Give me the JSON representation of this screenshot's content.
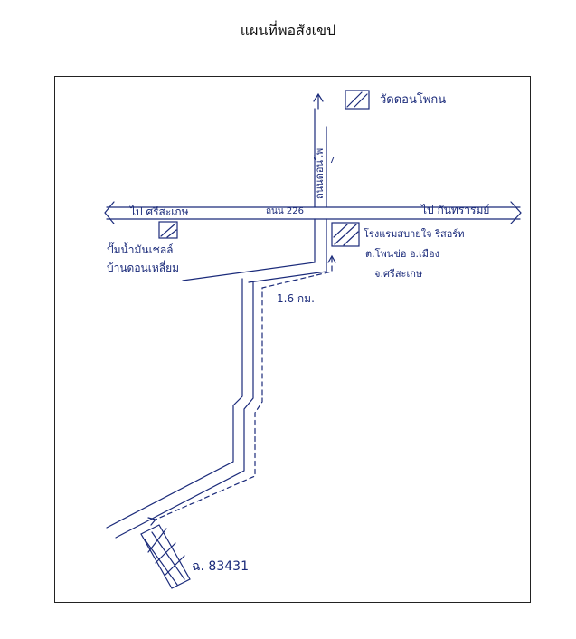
{
  "title": "แผนที่พอสังเขป",
  "labels": {
    "temple": "วัดดอนโพกน",
    "road_north": "ถนนดอนโพ",
    "road_north_km": "7",
    "road_main": "ถนน 226",
    "to_west": "ไป ศรีสะเกษ",
    "to_east": "ไป กันทรารมย์",
    "gas_station_line1": "ปั๊มน้ำมันเชลล์",
    "gas_station_line2": "บ้านดอนเหลี่ยม",
    "hotel_line1": "โรงแรมสบายใจ รีสอร์ท",
    "hotel_line2": "ต.โพนข่อ อ.เมือง",
    "hotel_line3": "จ.ศรีสะเกษ",
    "distance": "1.6 กม.",
    "parcel": "ฉ. 83431"
  },
  "colors": {
    "ink": "#1a2a7a",
    "frame": "#222222"
  }
}
